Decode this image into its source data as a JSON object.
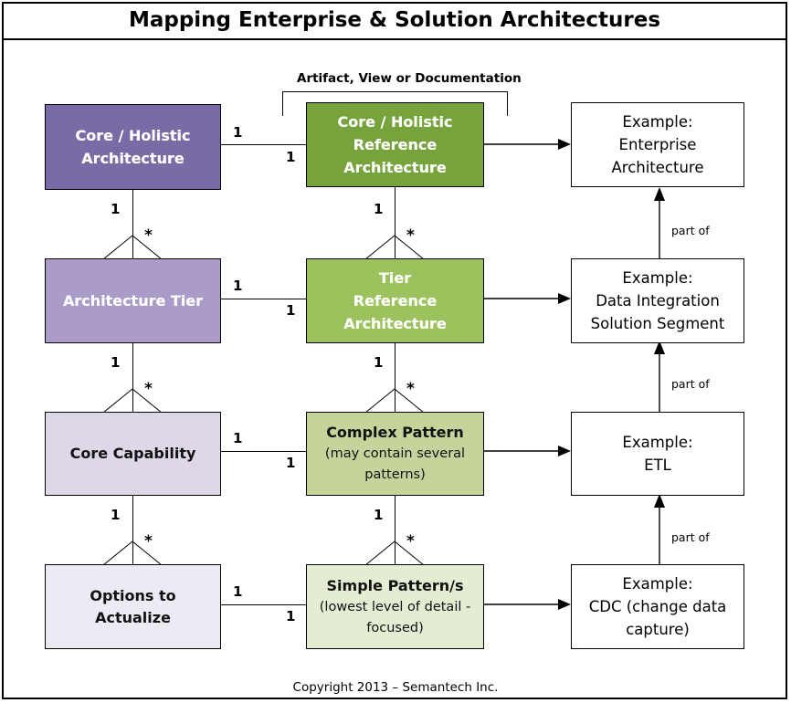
{
  "title": "Mapping Enterprise & Solution Architectures",
  "bracket_label": "Artifact, View or Documentation",
  "footer": "Copyright 2013 – Semantech Inc.",
  "colors": {
    "purple_dark": "#7a6ba6",
    "purple_mid": "#aa9bc8",
    "purple_light": "#ddd7e8",
    "purple_lightest": "#eceaf3",
    "green_dark": "#76a33b",
    "green_mid": "#9bc25c",
    "green_light": "#c5d49a",
    "green_lightest": "#e4ecd2",
    "white": "#ffffff",
    "stroke": "#000000"
  },
  "columns": {
    "left": {
      "nodes": [
        {
          "title_line1": "Core / Holistic",
          "title_line2": "Architecture"
        },
        {
          "title_line1": "Architecture Tier",
          "title_line2": ""
        },
        {
          "title_line1": "Core Capability",
          "title_line2": ""
        },
        {
          "title_line1": "Options to",
          "title_line2": "Actualize"
        }
      ]
    },
    "middle": {
      "nodes": [
        {
          "title_line1": "Core / Holistic",
          "title_line2": "Reference",
          "title_line3": "Architecture",
          "sub_line1": "",
          "sub_line2": ""
        },
        {
          "title_line1": "Tier",
          "title_line2": "Reference",
          "title_line3": "Architecture",
          "sub_line1": "",
          "sub_line2": ""
        },
        {
          "title_line1": "Complex Pattern",
          "title_line2": "",
          "title_line3": "",
          "sub_line1": "(may contain several",
          "sub_line2": "patterns)"
        },
        {
          "title_line1": "Simple Pattern/s",
          "title_line2": "",
          "title_line3": "",
          "sub_line1": "(lowest level of detail -",
          "sub_line2": "focused)"
        }
      ]
    },
    "right": {
      "nodes": [
        {
          "line1": "Example:",
          "line2": "Enterprise",
          "line3": "Architecture"
        },
        {
          "line1": "Example:",
          "line2": "Data Integration",
          "line3": "Solution Segment"
        },
        {
          "line1": "Example:",
          "line2": "ETL",
          "line3": ""
        },
        {
          "line1": "Example:",
          "line2": "CDC (change data",
          "line3": "capture)"
        }
      ]
    }
  },
  "multiplicities": {
    "one": "1",
    "many": "*"
  },
  "right_edges": {
    "label": "part of"
  },
  "chart_data": {
    "type": "diagram",
    "relations": [
      {
        "from": "Core / Holistic Architecture",
        "to": "Core / Holistic Reference Architecture",
        "source_mult": "1",
        "target_mult": "1"
      },
      {
        "from": "Architecture Tier",
        "to": "Tier Reference Architecture",
        "source_mult": "1",
        "target_mult": "1"
      },
      {
        "from": "Core Capability",
        "to": "Complex Pattern",
        "source_mult": "1",
        "target_mult": "1"
      },
      {
        "from": "Options to Actualize",
        "to": "Simple Pattern/s",
        "source_mult": "1",
        "target_mult": "1"
      },
      {
        "from": "Core / Holistic Architecture",
        "to": "Architecture Tier",
        "source_mult": "1",
        "target_mult": "*"
      },
      {
        "from": "Architecture Tier",
        "to": "Core Capability",
        "source_mult": "1",
        "target_mult": "*"
      },
      {
        "from": "Core Capability",
        "to": "Options to Actualize",
        "source_mult": "1",
        "target_mult": "*"
      },
      {
        "from": "Core / Holistic Reference Architecture",
        "to": "Tier Reference Architecture",
        "source_mult": "1",
        "target_mult": "*"
      },
      {
        "from": "Tier Reference Architecture",
        "to": "Complex Pattern",
        "source_mult": "1",
        "target_mult": "*"
      },
      {
        "from": "Complex Pattern",
        "to": "Simple Pattern/s",
        "source_mult": "1",
        "target_mult": "*"
      },
      {
        "from": "Core / Holistic Reference Architecture",
        "to": "Example: Enterprise Architecture",
        "source_mult": "",
        "target_mult": ""
      },
      {
        "from": "Tier Reference Architecture",
        "to": "Example: Data Integration Solution Segment",
        "source_mult": "",
        "target_mult": ""
      },
      {
        "from": "Complex Pattern",
        "to": "Example: ETL",
        "source_mult": "",
        "target_mult": ""
      },
      {
        "from": "Simple Pattern/s",
        "to": "Example: CDC (change data capture)",
        "source_mult": "",
        "target_mult": ""
      },
      {
        "from": "Example: Data Integration Solution Segment",
        "to": "Example: Enterprise Architecture",
        "label": "part of"
      },
      {
        "from": "Example: ETL",
        "to": "Example: Data Integration Solution Segment",
        "label": "part of"
      },
      {
        "from": "Example: CDC (change data capture)",
        "to": "Example: ETL",
        "label": "part of"
      }
    ]
  }
}
